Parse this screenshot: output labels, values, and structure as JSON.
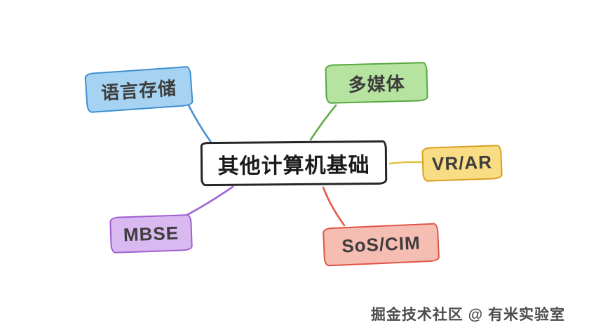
{
  "center": {
    "label": "其他计算机基础",
    "fill": "#ffffff",
    "border": "#262626",
    "text": "#1a1a1a"
  },
  "nodes": [
    {
      "id": "language-storage",
      "label": "语言存储",
      "fill": "#a6d3f2",
      "border": "#3f8fd1",
      "text": "#3d3d3d",
      "line": "#4a90d5"
    },
    {
      "id": "multimedia",
      "label": "多媒体",
      "fill": "#b6e3a0",
      "border": "#57a83f",
      "text": "#3d3d3d",
      "line": "#5fae4a"
    },
    {
      "id": "vr-ar",
      "label": "VR/AR",
      "fill": "#f8dd85",
      "border": "#d8a01f",
      "text": "#3d3d3d",
      "line": "#e6c040"
    },
    {
      "id": "sos-cim",
      "label": "SoS/CIM",
      "fill": "#f6bdb3",
      "border": "#e05345",
      "text": "#3d3d3d",
      "line": "#e25a4c"
    },
    {
      "id": "mbse",
      "label": "MBSE",
      "fill": "#d9b9f0",
      "border": "#9d5fd0",
      "text": "#3d3d3d",
      "line": "#a066d4"
    }
  ],
  "watermark": "掘金技术社区 @ 有米实验室"
}
